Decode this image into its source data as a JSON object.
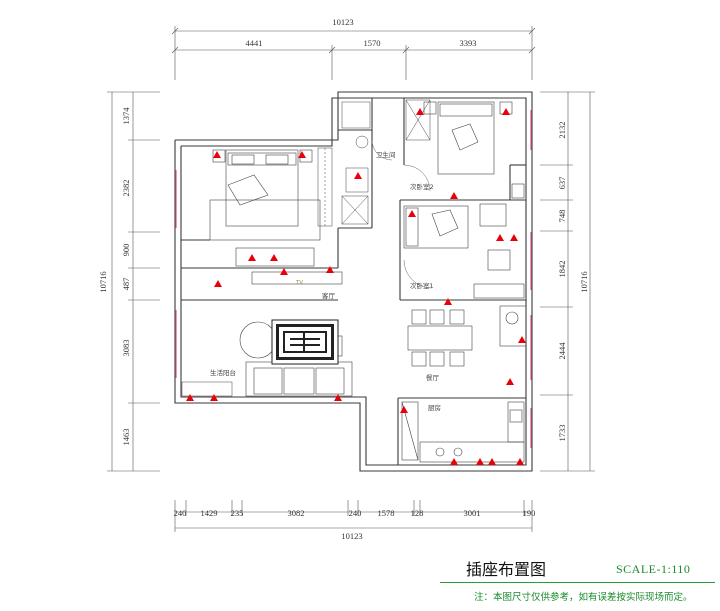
{
  "plan": {
    "title": "插座布置图",
    "scale": "SCALE-1:110",
    "note": "注：本图尺寸仅供参考，如有误差按实际现场而定。"
  },
  "dimensions": {
    "top_total": "10123",
    "top": [
      "4441",
      "1570",
      "3393"
    ],
    "bottom_total": "10123",
    "bottom": [
      "240",
      "1429",
      "235",
      "3082",
      "240",
      "1578",
      "128",
      "3001",
      "190"
    ],
    "left_total": "10716",
    "left": [
      "1374",
      "2382",
      "900",
      "487",
      "3083",
      "1463"
    ],
    "right_total": "10716",
    "right": [
      "2132",
      "637",
      "748",
      "1842",
      "2444",
      "1733"
    ]
  },
  "rooms": {
    "bathroom": "卫生间",
    "bedroom2": "次卧室2",
    "bedroom1": "次卧室1",
    "living": "客厅",
    "balcony": "生活阳台",
    "dining": "餐厅",
    "kitchen": "厨房",
    "tv": "TV"
  },
  "colors": {
    "socket": "#e8000b",
    "wall": "#3a3a3a",
    "accent": "#2a9a3a"
  }
}
